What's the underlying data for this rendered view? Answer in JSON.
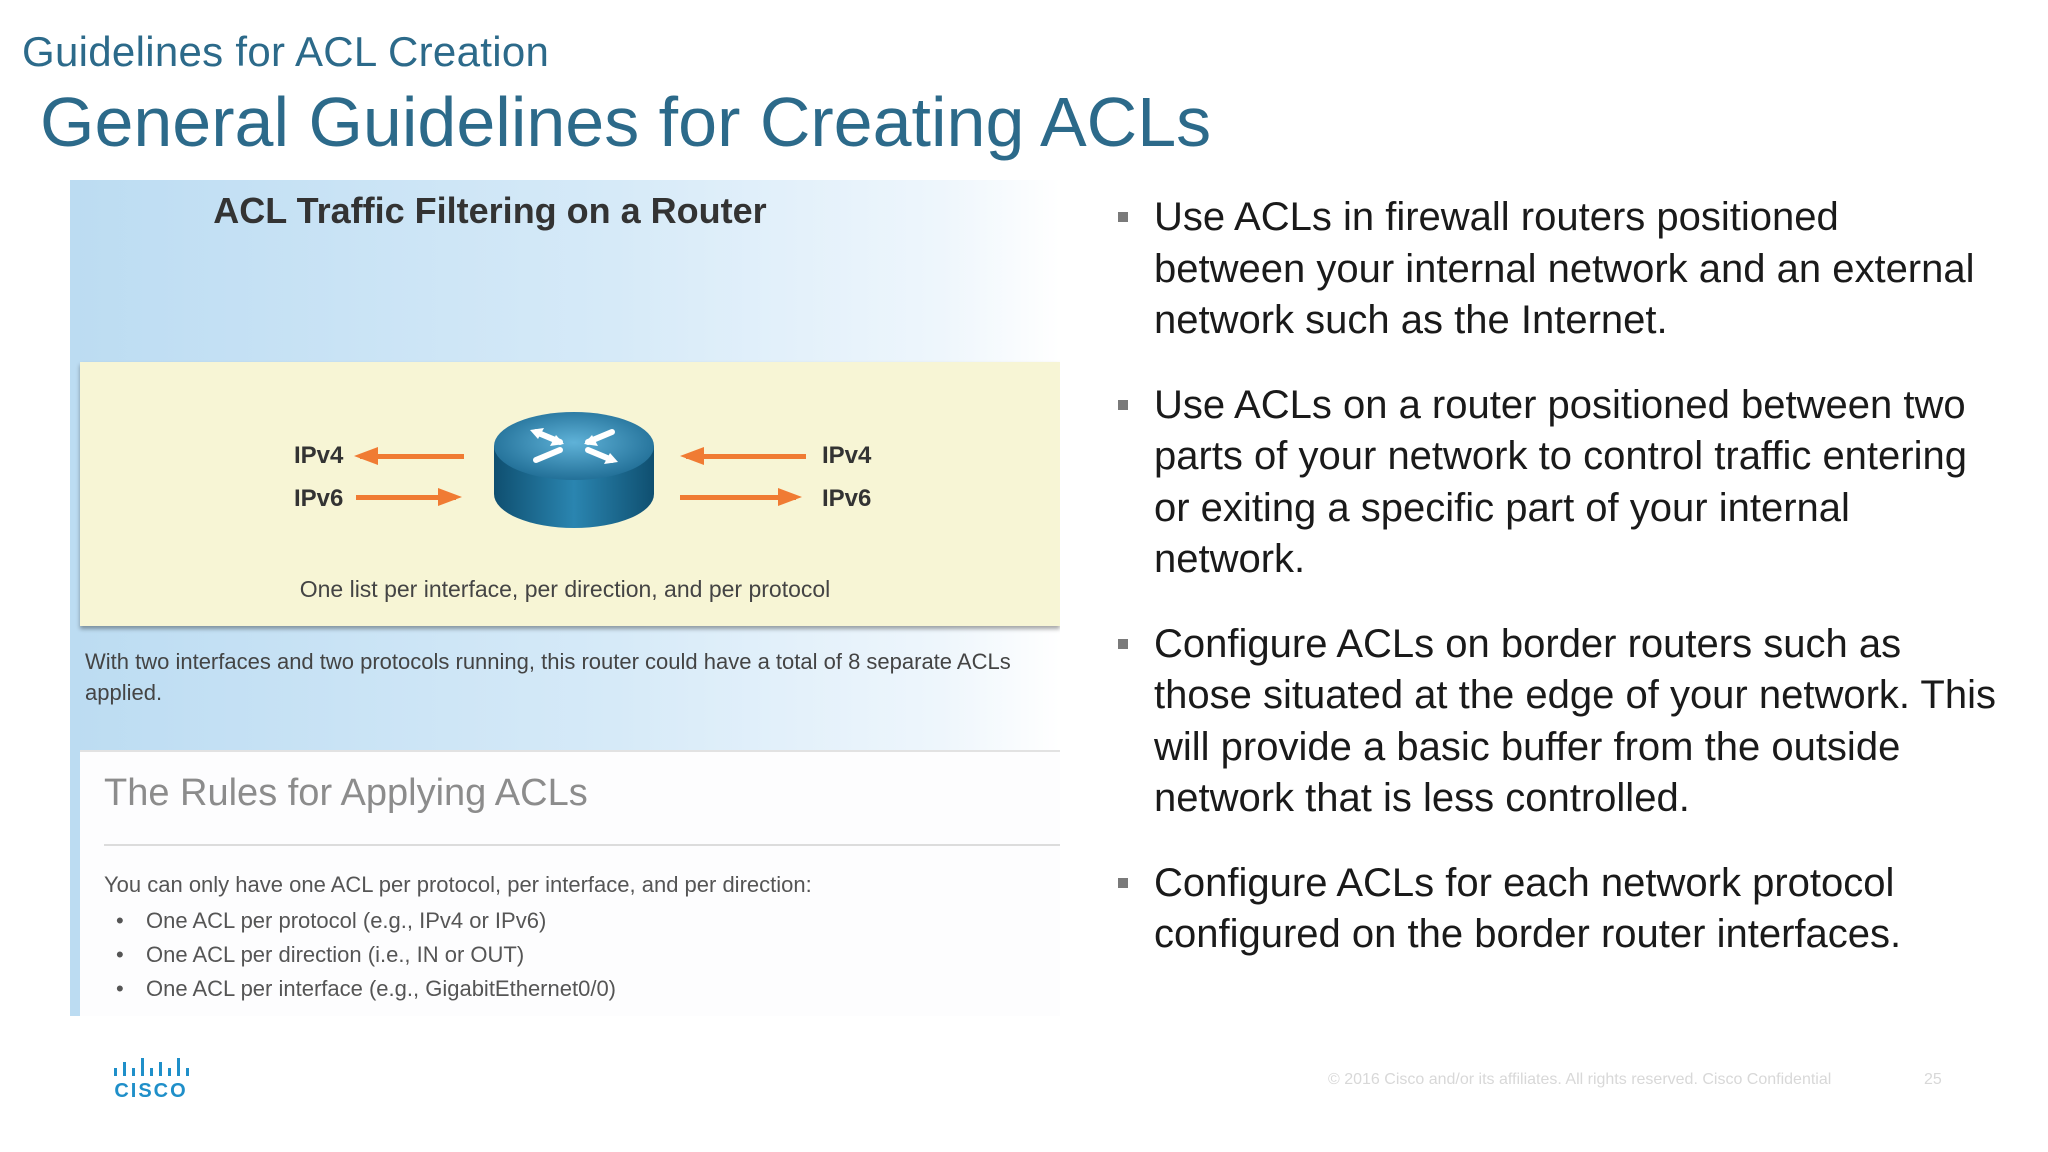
{
  "slide": {
    "section_title": "Guidelines for ACL Creation",
    "title": "General Guidelines for Creating ACLs"
  },
  "figure": {
    "title": "ACL Traffic Filtering on a Router",
    "left_labels": [
      "IPv4",
      "IPv6"
    ],
    "right_labels": [
      "IPv4",
      "IPv6"
    ],
    "router_icon": "router-icon",
    "caption": "One list per interface, per direction, and per protocol",
    "note": "With two interfaces and two protocols running, this router could have a total of 8 separate ACLs applied.",
    "rules": {
      "title": "The Rules for Applying ACLs",
      "intro": "You can only have one ACL per protocol, per interface, and per direction:",
      "items": [
        "One ACL per protocol (e.g., IPv4 or IPv6)",
        "One ACL per direction (i.e., IN or OUT)",
        "One ACL per interface (e.g., GigabitEthernet0/0)"
      ]
    }
  },
  "bullets": [
    "Use ACLs in firewall routers positioned between your internal network and an external network such as the Internet.",
    "Use ACLs on a router positioned between two parts of  your network to control traffic entering or exiting a specific part of your internal network.",
    "Configure ACLs on border routers such as those situated at the edge of your network. This will provide a basic buffer from the outside network that is less controlled.",
    "Configure ACLs for each network protocol configured on the border router interfaces."
  ],
  "footer": {
    "logo_text": "CISCO",
    "copyright": "© 2016  Cisco and/or its affiliates. All rights reserved.   Cisco Confidential",
    "page_number": "25"
  },
  "colors": {
    "title": "#2c6a8a",
    "arrow": "#f07b33",
    "router": "#1f6f95",
    "cisco_blue": "#1f8fc9"
  }
}
